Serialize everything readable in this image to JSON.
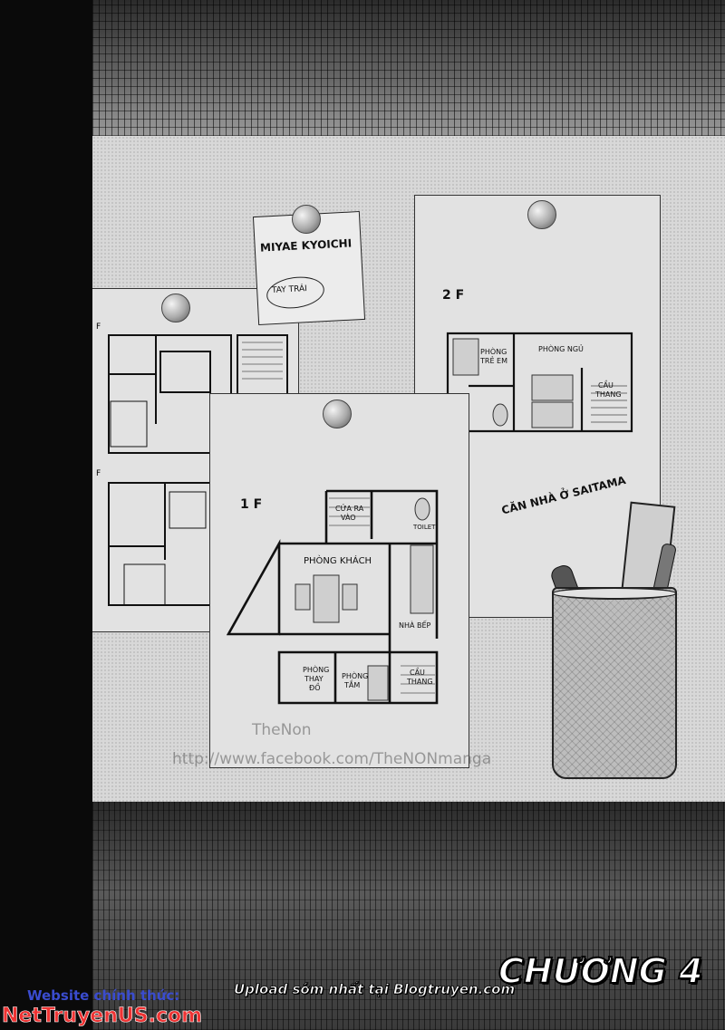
{
  "note": {
    "name": "MIYAE KYOICHI",
    "circled": "TAY TRÁI"
  },
  "floor2": {
    "label": "2 F",
    "rooms": {
      "kids": [
        "PHÒNG",
        "TRẺ EM"
      ],
      "bedroom": "PHÒNG NGỦ",
      "stairs": [
        "CẦU",
        "THANG"
      ]
    }
  },
  "floor1": {
    "label": "1 F",
    "rooms": {
      "entrance": [
        "CỬA RA",
        "VÀO"
      ],
      "toilet": "TOILET",
      "living": "PHÒNG KHÁCH",
      "kitchen": "NHÀ BẾP",
      "changing": [
        "PHÒNG",
        "THAY",
        "ĐỒ"
      ],
      "bath": [
        "PHÒNG",
        "TẮM"
      ],
      "stairs": [
        "CẦU",
        "THANG"
      ]
    }
  },
  "left_plans": {
    "marker_top": "F",
    "marker_bottom": "F"
  },
  "caption": "CĂN NHÀ Ở SAITAMA",
  "watermark": {
    "line1": "TheNon",
    "line2": "http://www.facebook.com/TheNONmanga"
  },
  "chapter": "CHƯƠNG 4",
  "upload": "Upload sớm nhất tại Blogtruyen.com",
  "site": {
    "line1": "Website chính thức:",
    "line2": "NetTruyenUS.com"
  },
  "colors": {
    "board": "#d8d8d8",
    "ink": "#111111",
    "site_blue": "#3a4ccf",
    "site_red": "#e33333"
  }
}
